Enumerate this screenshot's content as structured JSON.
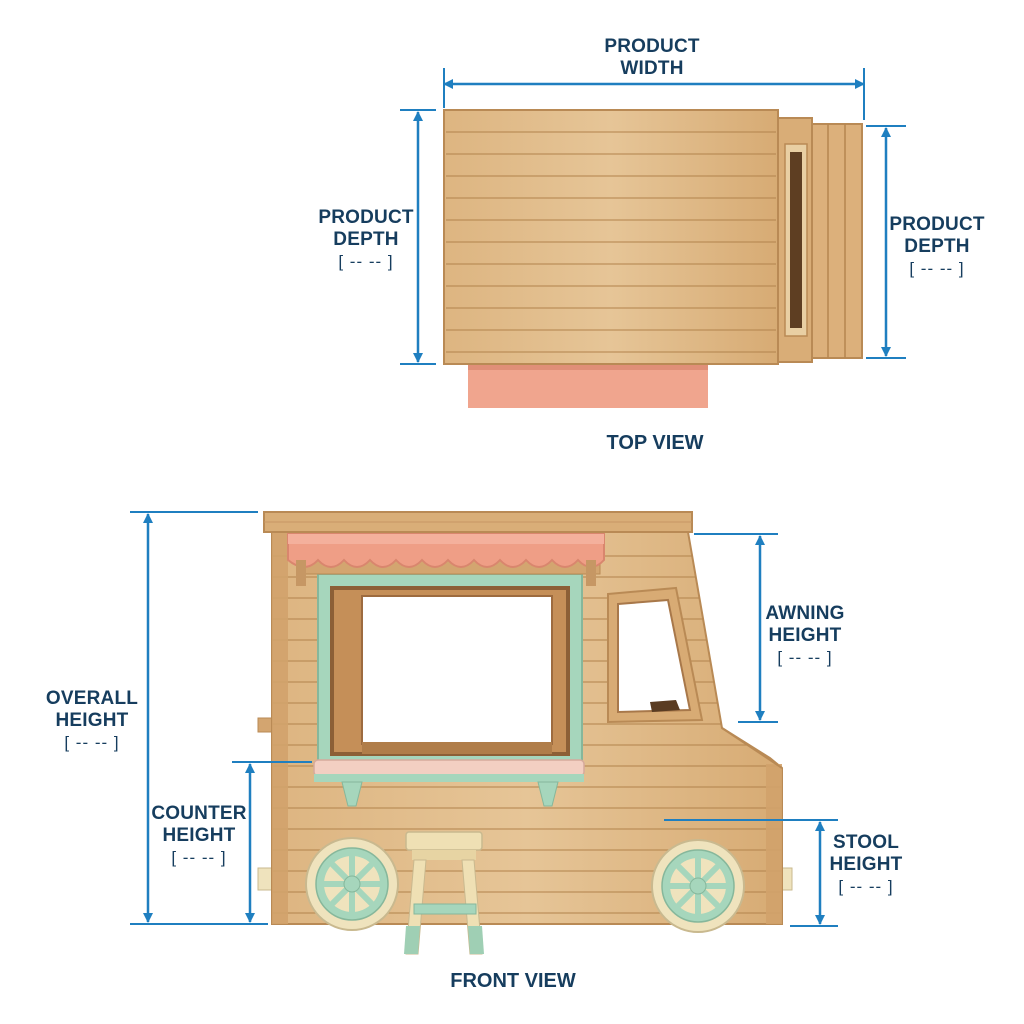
{
  "colors": {
    "dimension_line": "#1f7fc0",
    "label_text": "#163d5e",
    "wood_light": "#e2bf8d",
    "wood_mid": "#d3a570",
    "wood_dark": "#b98a55",
    "plank_line": "#b58650",
    "awning_coral": "#ef9e86",
    "trim_mint": "#a6d6bc",
    "wheel_cream": "#efe3bd",
    "stool_cream": "#efe0b4",
    "counter_pink": "#f3cfc2"
  },
  "top_view": {
    "caption": "TOP VIEW",
    "width_label": {
      "line1": "PRODUCT",
      "line2": "WIDTH"
    },
    "depth_left_label": {
      "line1": "PRODUCT",
      "line2": "DEPTH",
      "value": "[ -- -- ]"
    },
    "depth_right_label": {
      "line1": "PRODUCT",
      "line2": "DEPTH",
      "value": "[ -- -- ]"
    }
  },
  "front_view": {
    "caption": "FRONT VIEW",
    "overall_height_label": {
      "line1": "OVERALL",
      "line2": "HEIGHT",
      "value": "[ -- -- ]"
    },
    "counter_height_label": {
      "line1": "COUNTER",
      "line2": "HEIGHT",
      "value": "[ -- -- ]"
    },
    "awning_height_label": {
      "line1": "AWNING",
      "line2": "HEIGHT",
      "value": "[ -- -- ]"
    },
    "stool_height_label": {
      "line1": "STOOL",
      "line2": "HEIGHT",
      "value": "[ -- -- ]"
    }
  }
}
